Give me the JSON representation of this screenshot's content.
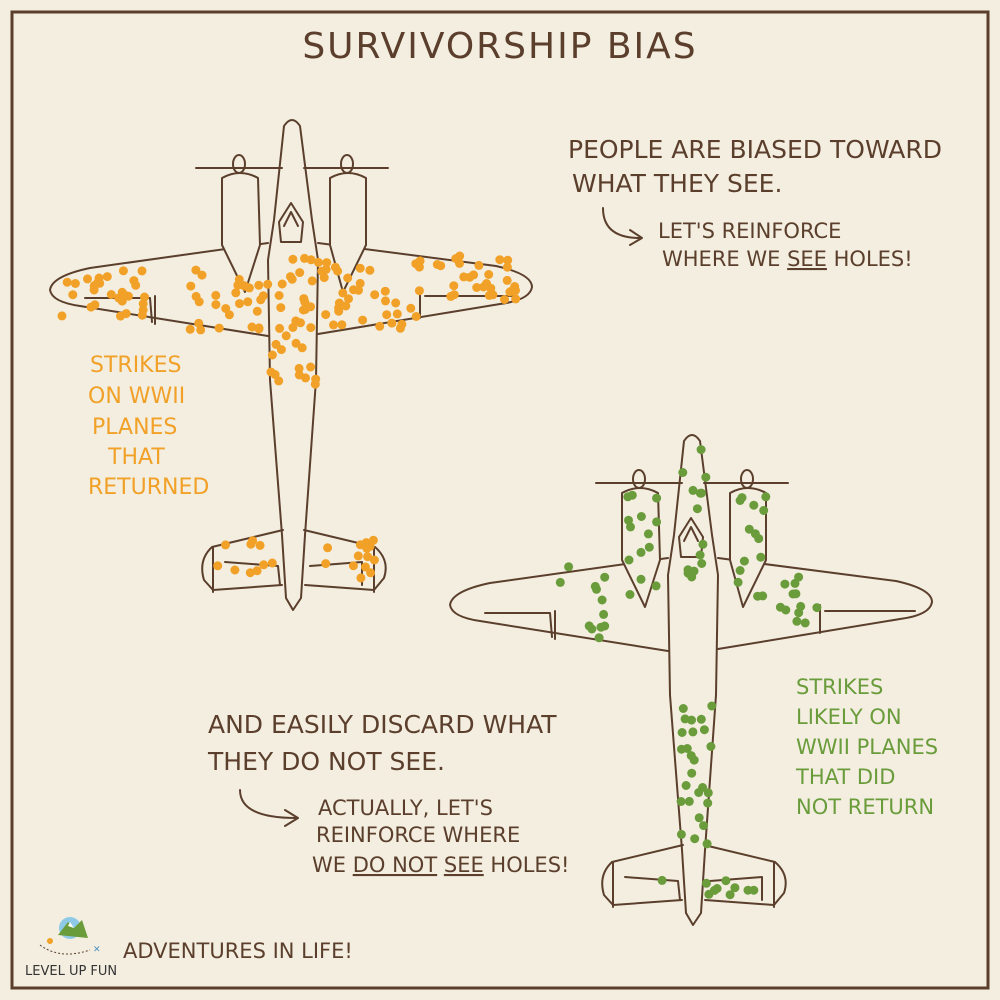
{
  "title": "SURVIVORSHIP BIAS",
  "top_note": {
    "line1": "PEOPLE ARE BIASED TOWARD",
    "line2": "WHAT THEY SEE.",
    "sub1": "LET'S REINFORCE",
    "sub2_pre": "WHERE WE ",
    "sub2_em": "SEE",
    "sub2_post": " HOLES!"
  },
  "returned_label": [
    "STRIKES",
    "ON WWII",
    "PLANES",
    "THAT",
    "RETURNED"
  ],
  "not_returned_label": [
    "STRIKES",
    "LIKELY ON",
    "WWII PLANES",
    "THAT DID",
    "NOT RETURN"
  ],
  "bottom_note": {
    "line1": "AND EASILY DISCARD WHAT",
    "line2": "THEY DO NOT SEE.",
    "sub1": "ACTUALLY, LET'S",
    "sub2": "REINFORCE WHERE",
    "sub3_pre": "WE ",
    "sub3_em1": "DO NOT",
    "sub3_mid": " ",
    "sub3_em2": "SEE",
    "sub3_post": " HOLES!"
  },
  "footer": {
    "logo_text": "LEVEL UP FUN",
    "tagline": "ADVENTURES IN LIFE!"
  },
  "colors": {
    "background": "#f3eee0",
    "ink": "#5b3f2c",
    "returned": "#f2a128",
    "not_returned": "#6a9c3b"
  }
}
